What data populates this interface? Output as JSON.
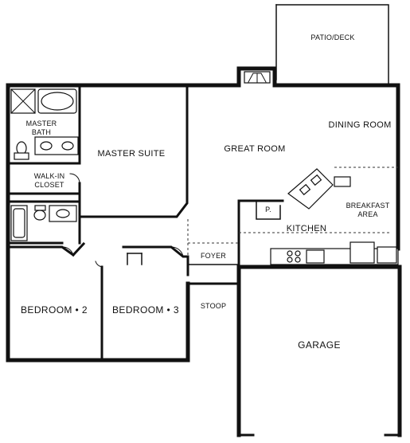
{
  "rooms": {
    "patio_deck": "PATIO/DECK",
    "master_bath_line1": "MASTER",
    "master_bath_line2": "BATH",
    "master_suite": "MASTER SUITE",
    "great_room": "GREAT ROOM",
    "dining_room": "DINING ROOM",
    "walk_in_closet_line1": "WALK-IN",
    "walk_in_closet_line2": "CLOSET",
    "breakfast_area_line1": "BREAKFAST",
    "breakfast_area_line2": "AREA",
    "kitchen": "KITCHEN",
    "foyer": "FOYER",
    "stoop": "STOOP",
    "bedroom_2": "BEDROOM • 2",
    "bedroom_3": "BEDROOM • 3",
    "garage": "GARAGE",
    "pantry": "P."
  }
}
